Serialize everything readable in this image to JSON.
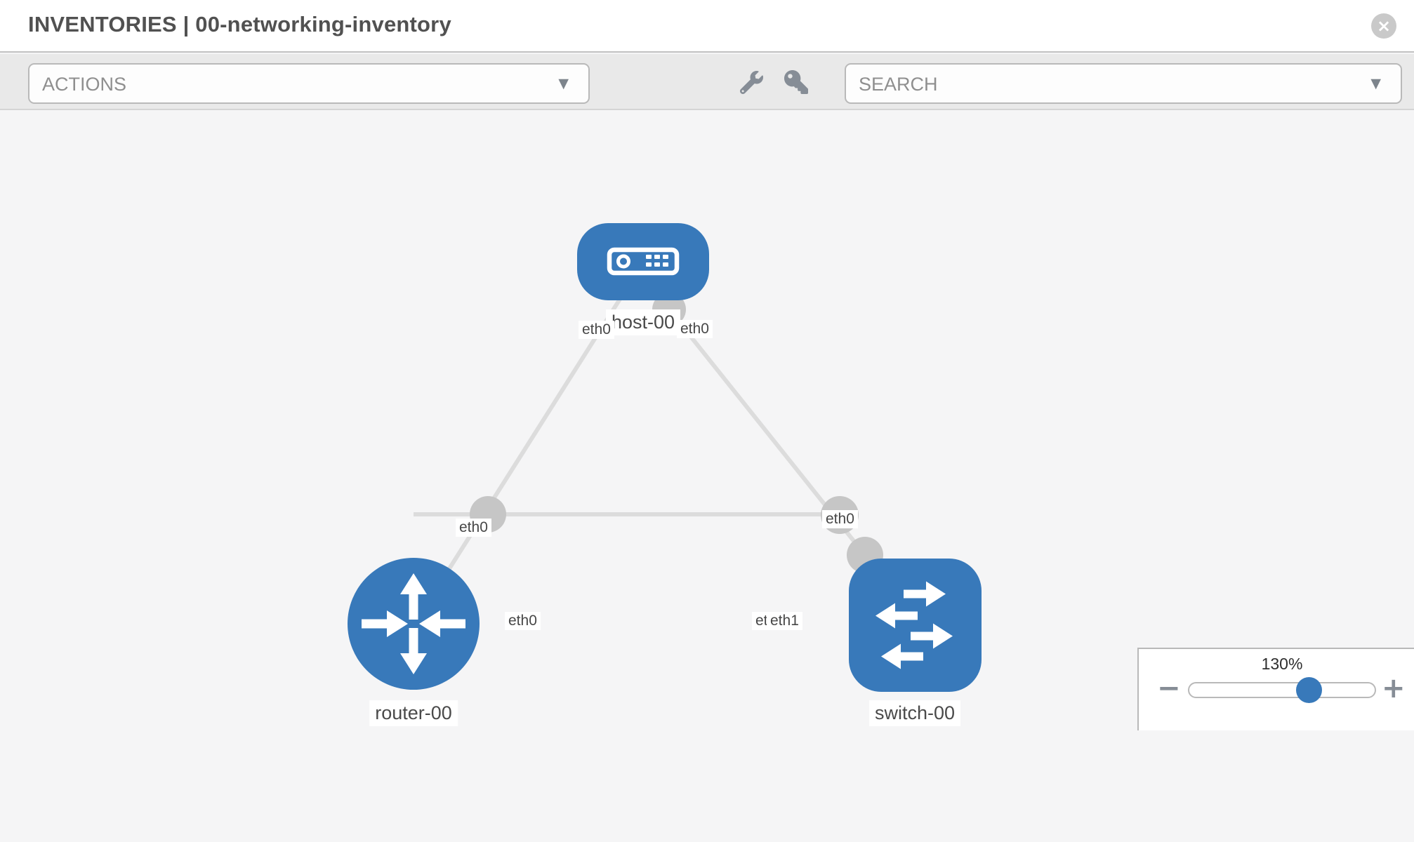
{
  "header": {
    "title": "INVENTORIES | 00-networking-inventory",
    "close_glyph": "×"
  },
  "toolbar": {
    "actions_placeholder": "ACTIONS",
    "search_placeholder": "SEARCH",
    "caret_glyph": "▼",
    "icons": [
      "wrench-icon",
      "key-icon"
    ]
  },
  "topology": {
    "nodes": [
      {
        "label": "host-00",
        "type": "host"
      },
      {
        "label": "router-00",
        "type": "router"
      },
      {
        "label": "switch-00",
        "type": "switch"
      }
    ],
    "links": [
      {
        "from": "router-00",
        "to": "host-00",
        "from_interface": "eth0",
        "to_interface": "eth0"
      },
      {
        "from": "host-00",
        "to": "switch-00",
        "from_interface": "eth0",
        "to_interface": "eth0"
      },
      {
        "from": "router-00",
        "to": "switch-00",
        "from_interface": "eth0",
        "to_interface": "eth1",
        "to_interface_under": "eth0"
      }
    ]
  },
  "zoom_control": {
    "value_label": "130%",
    "percent": 130,
    "slider_fraction": 0.645,
    "minus_glyph": "−",
    "plus_glyph": "+"
  },
  "colors": {
    "node_blue": "#3879ba",
    "link_gray": "#dcdcdc",
    "port_gray": "#c6c6c6",
    "canvas_bg": "#f5f5f6",
    "toolbar_bg": "#e9e9e9"
  }
}
